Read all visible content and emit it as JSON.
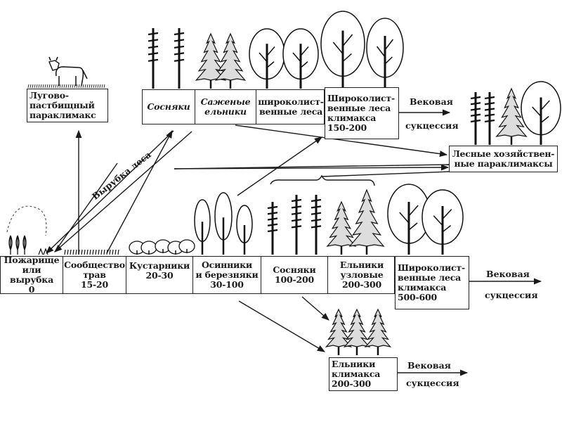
{
  "diagram": {
    "title": "Succession of forest communities after fire or clear-cutting",
    "meadow_box": {
      "lines": [
        "Лугово-",
        "пастбищный",
        "параклимакс"
      ]
    },
    "top_row": {
      "cells": [
        {
          "lines": [
            "Сосняки"
          ]
        },
        {
          "lines": [
            "Саженые",
            "ельники"
          ]
        },
        {
          "lines": [
            "широколист-",
            "венные леса"
          ]
        }
      ],
      "climax": {
        "lines": [
          "Широколист-",
          "венные леса",
          "климакса",
          "150-200"
        ]
      }
    },
    "forest_paraclimax": {
      "lines": [
        "Лесные хозяйствен-",
        "ные параклимаксы"
      ]
    },
    "clearcut_label": "Вырубка леса",
    "bottom_row": {
      "cells": [
        {
          "lines": [
            "Пожарище",
            "или вырубка",
            "0"
          ]
        },
        {
          "lines": [
            "Сообщество",
            "трав",
            "15-20"
          ]
        },
        {
          "lines": [
            "Кустарники",
            "20-30"
          ]
        },
        {
          "lines": [
            "Осинники",
            "и березняки",
            "30-100"
          ]
        },
        {
          "lines": [
            "Сосняки",
            "100-200"
          ]
        },
        {
          "lines": [
            "Ельники",
            "узловые",
            "200-300"
          ]
        }
      ],
      "climax": {
        "lines": [
          "Широколист-",
          "венные леса",
          "климакса",
          "500-600"
        ]
      }
    },
    "spruce_climax": {
      "lines": [
        "Ельники",
        "климакса",
        "200-300"
      ]
    },
    "secular_succession": {
      "line1": "Вековая",
      "line2": "сукцессия"
    },
    "colors": {
      "ink": "#1a1a1a",
      "background": "#ffffff"
    }
  }
}
